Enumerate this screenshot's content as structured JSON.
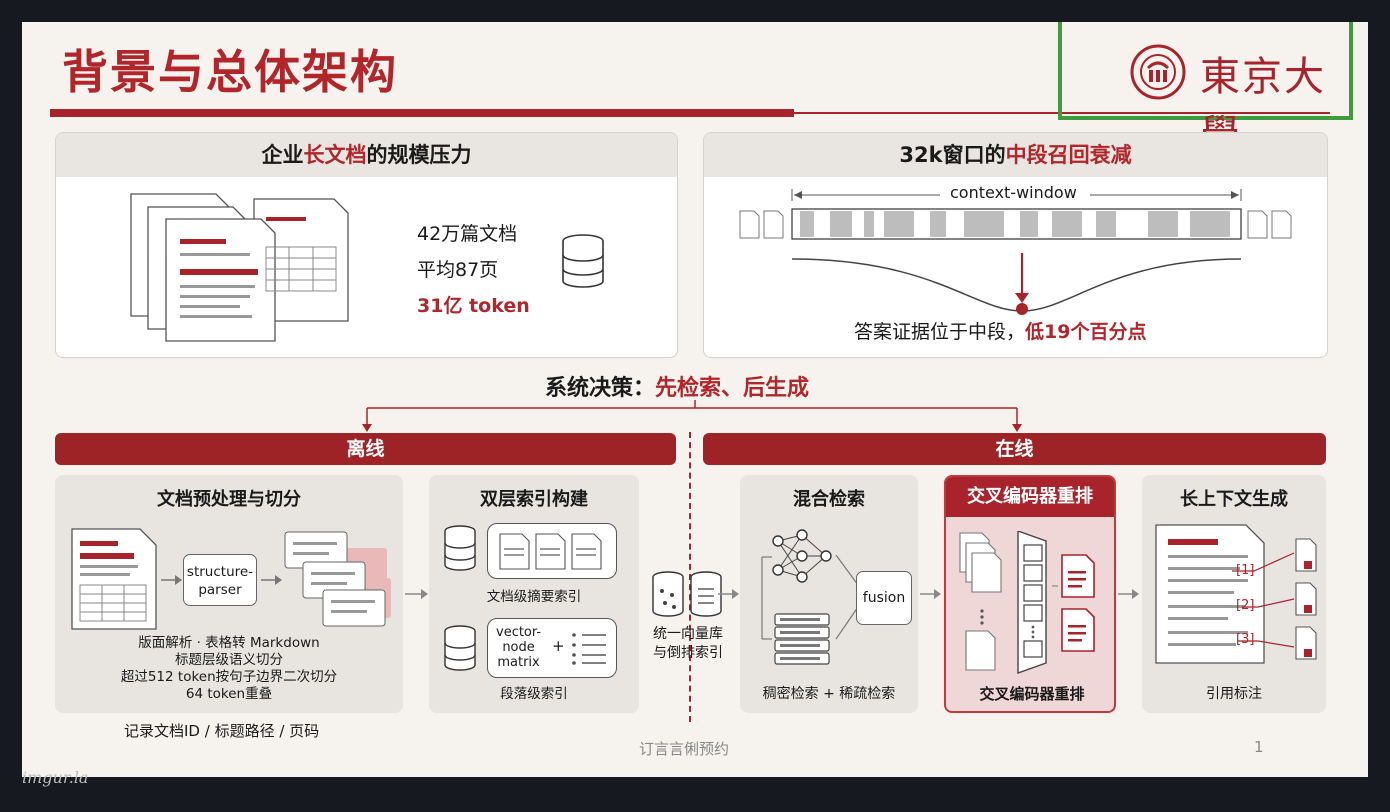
{
  "slide": {
    "title": "背景与总体架构",
    "logo_text": "東京大學"
  },
  "top_left": {
    "heading_pre": "企业",
    "heading_hl": "长文档",
    "heading_post": "的规模压力",
    "stat_docs": "42万篇文档",
    "stat_pages": "平均87页",
    "stat_tokens": "31亿 token"
  },
  "top_right": {
    "heading_pre": "32k窗口的",
    "heading_hl": "中段召回衰减",
    "window_label": "context-window",
    "caption_pre": "答案证据位于中段，",
    "caption_hl": "低19个百分点"
  },
  "decision": {
    "label": "系统决策：",
    "value": "先检索、后生成"
  },
  "bands": {
    "offline": "离线",
    "online": "在线"
  },
  "cards": {
    "preprocess": {
      "title": "文档预处理与切分",
      "parser_l1": "structure-",
      "parser_l2": "parser",
      "notes": [
        "版面解析 · 表格转 Markdown",
        "标题层级语义切分",
        "超过512 token按句子边界二次切分",
        "64 token重叠"
      ],
      "footer": "记录文档ID / 标题路径 / 页码"
    },
    "index": {
      "title": "双层索引构建",
      "doc_index": "文档级摘要索引",
      "vec_l1": "vector-",
      "vec_l2": "node",
      "vec_l3": "matrix",
      "plus": "+",
      "para_index": "段落级索引"
    },
    "unified": {
      "l1": "统一向量库",
      "l2": "与倒排索引"
    },
    "hybrid": {
      "title": "混合检索",
      "fusion": "fusion",
      "caption": "稠密检索 + 稀疏检索"
    },
    "rerank": {
      "title": "交叉编码器重排",
      "caption": "交叉编码器重排"
    },
    "generate": {
      "title": "长上下文生成",
      "refs": [
        "[1]",
        "[2]",
        "[3]"
      ],
      "caption": "引用标注"
    }
  },
  "footer": {
    "center": "订言言俐预约",
    "page": "1"
  },
  "watermark": "imgur.la",
  "colors": {
    "brand_red": "#b0262b",
    "band_red": "#9e2327",
    "frame_green": "#3e9c3e"
  }
}
